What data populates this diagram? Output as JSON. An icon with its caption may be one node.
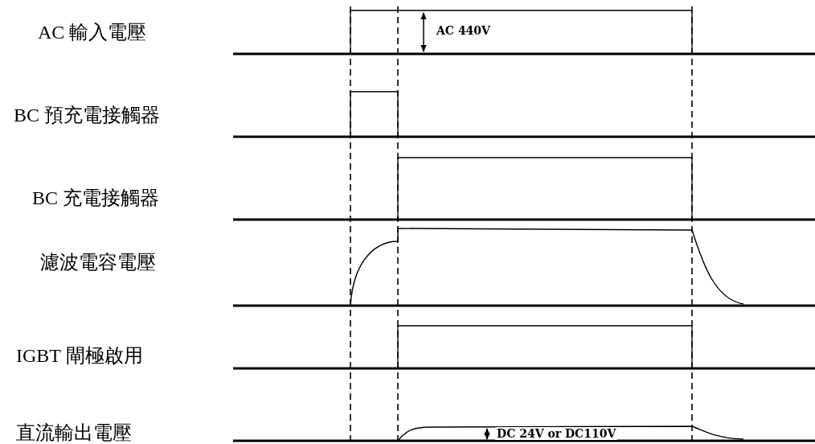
{
  "diagram": {
    "labels": [
      "AC 輸入電壓",
      "BC 預充電接觸器",
      "BC 充電接觸器",
      "濾波電容電壓",
      "IGBT 閘極啟用",
      "直流輸出電壓",
      "AC 440V",
      "DC 24V or DC110V"
    ]
  }
}
